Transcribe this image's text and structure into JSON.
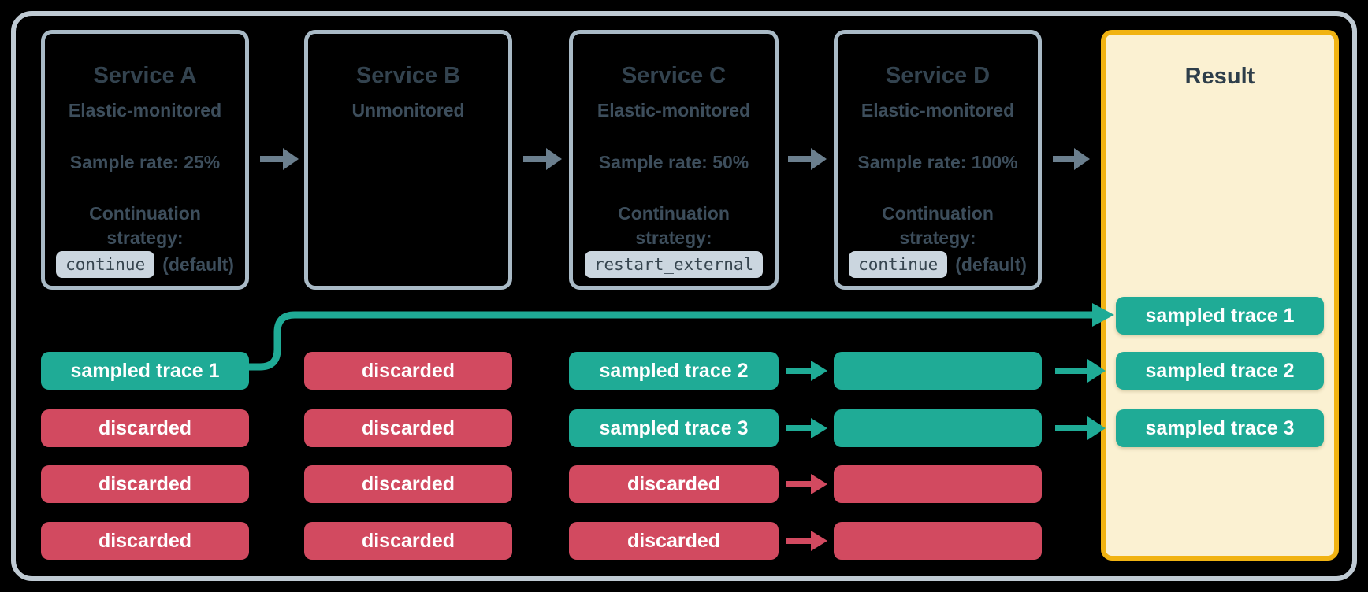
{
  "services": [
    {
      "title": "Service A",
      "monitoring": "Elastic-monitored",
      "sample_rate": "Sample rate: 25%",
      "strategy_label": "Continuation strategy:",
      "strategy_code": "continue",
      "strategy_suffix": "(default)"
    },
    {
      "title": "Service B",
      "monitoring": "Unmonitored",
      "sample_rate": "",
      "strategy_label": "",
      "strategy_code": "",
      "strategy_suffix": ""
    },
    {
      "title": "Service C",
      "monitoring": "Elastic-monitored",
      "sample_rate": "Sample rate: 50%",
      "strategy_label": "Continuation strategy:",
      "strategy_code": "restart_external",
      "strategy_suffix": ""
    },
    {
      "title": "Service D",
      "monitoring": "Elastic-monitored",
      "sample_rate": "Sample rate: 100%",
      "strategy_label": "Continuation strategy:",
      "strategy_code": "continue",
      "strategy_suffix": "(default)"
    }
  ],
  "result": {
    "title": "Result",
    "traces": [
      {
        "label": "sampled trace 1",
        "type": "sampled"
      },
      {
        "label": "sampled trace 2",
        "type": "sampled"
      },
      {
        "label": "sampled trace 3",
        "type": "sampled"
      }
    ]
  },
  "columns": {
    "a": [
      {
        "label": "sampled trace 1",
        "type": "sampled"
      },
      {
        "label": "discarded",
        "type": "discarded"
      },
      {
        "label": "discarded",
        "type": "discarded"
      },
      {
        "label": "discarded",
        "type": "discarded"
      }
    ],
    "b": [
      {
        "label": "discarded",
        "type": "discarded"
      },
      {
        "label": "discarded",
        "type": "discarded"
      },
      {
        "label": "discarded",
        "type": "discarded"
      },
      {
        "label": "discarded",
        "type": "discarded"
      }
    ],
    "c": [
      {
        "label": "sampled trace 2",
        "type": "sampled"
      },
      {
        "label": "sampled trace 3",
        "type": "sampled"
      },
      {
        "label": "discarded",
        "type": "discarded"
      },
      {
        "label": "discarded",
        "type": "discarded"
      }
    ],
    "d": [
      {
        "label": "",
        "type": "sampled"
      },
      {
        "label": "",
        "type": "sampled"
      },
      {
        "label": "",
        "type": "discarded"
      },
      {
        "label": "",
        "type": "discarded"
      }
    ]
  },
  "colors": {
    "background": "#000000",
    "outer_border": "#bfcad3",
    "service_box_border": "#a9bac6",
    "result_border": "#f1b312",
    "result_background": "#fbf1d2",
    "sampled_teal": "#1fab96",
    "discarded_red": "#d24a60",
    "flow_arrow_gray": "#6b7f8e",
    "title_text": "#33434f",
    "body_text": "#3d4e5c",
    "code_chip_background": "#cbd6df",
    "trace_text": "#ffffff"
  }
}
